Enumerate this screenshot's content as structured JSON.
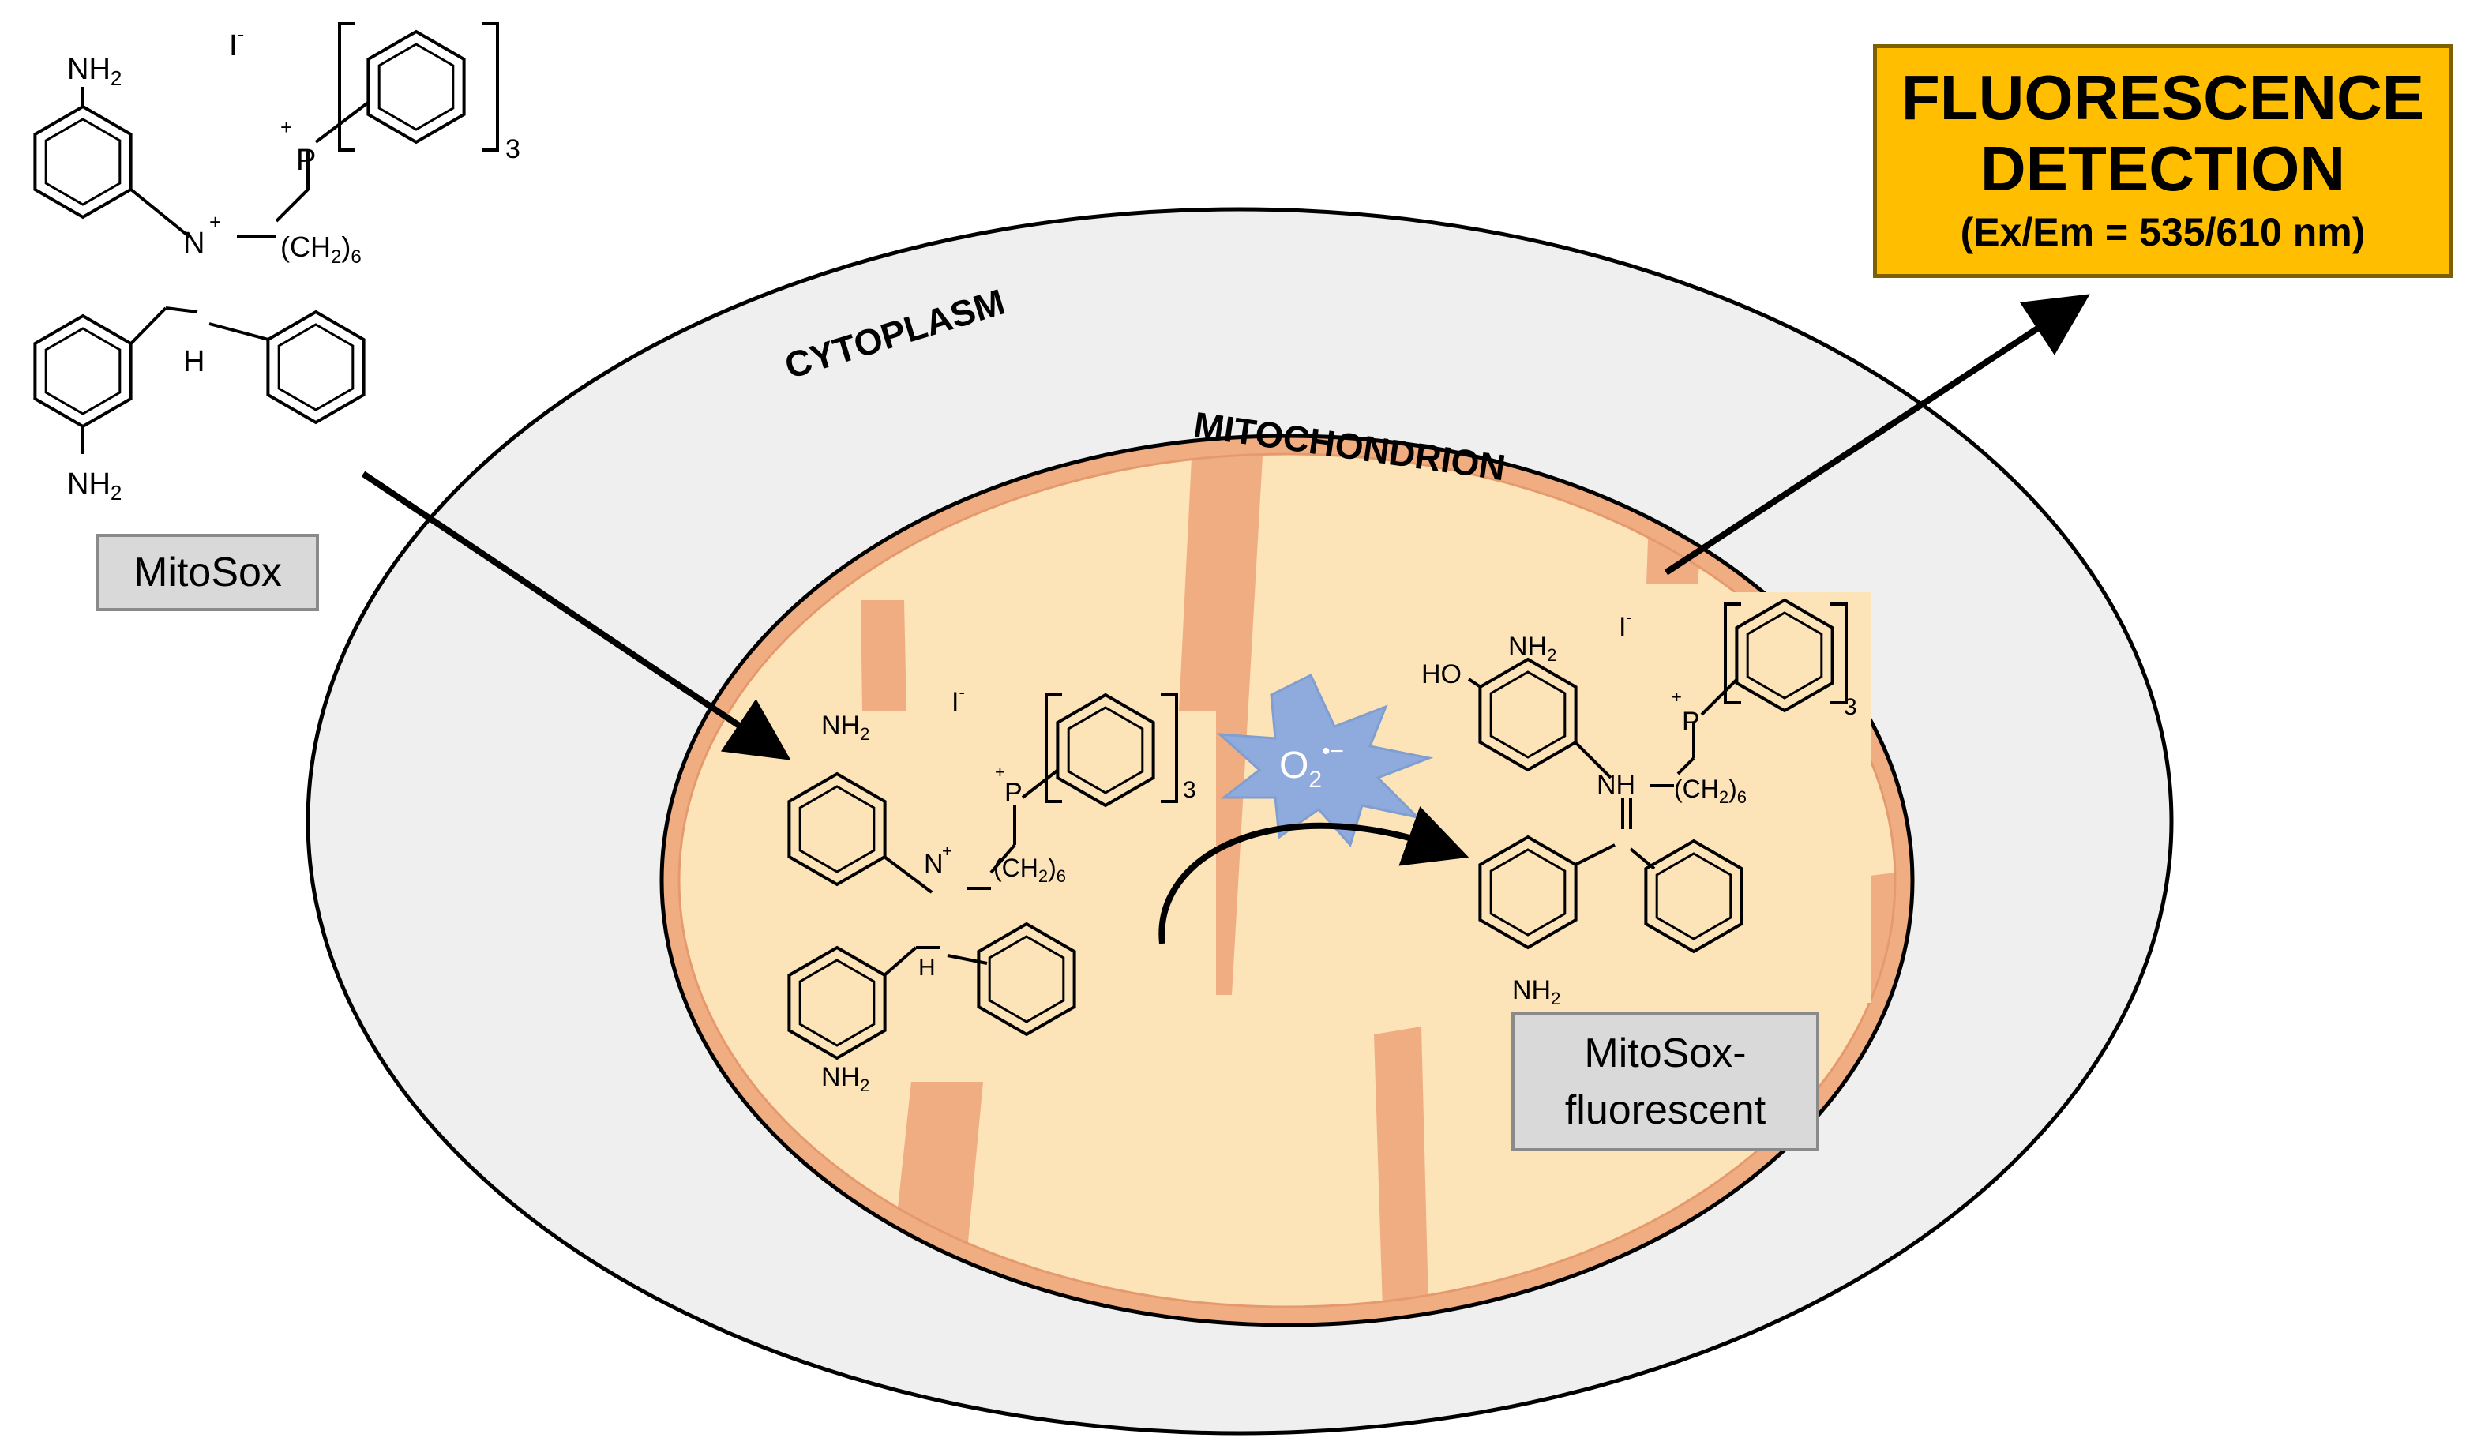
{
  "compartments": {
    "cytoplasm": "CYTOPLASM",
    "mitochondrion": "MITOCHONDRION"
  },
  "probe": {
    "label": "MitoSox",
    "counterion": "I",
    "counterion_charge": "-",
    "amine": "NH",
    "amine_sub": "2",
    "nitrogen": "N",
    "phosphorus": "P",
    "plus": "+",
    "linker_left": "(CH",
    "linker_sub": "2",
    "linker_right": ")",
    "linker_count": "6",
    "hydrogen": "H",
    "phenyl_count": "3"
  },
  "oxidant": {
    "symbol": "O",
    "subscript": "2",
    "superscript": "•−"
  },
  "product": {
    "label_line1": "MitoSox-",
    "label_line2": "fluorescent",
    "hydroxyl": "HO",
    "imine": "NH"
  },
  "detection": {
    "line1": "FLUORESCENCE",
    "line2": "DETECTION",
    "line3": "(Ex/Em = 535/610 nm)"
  },
  "colors": {
    "cytoplasm_fill": "#efefef",
    "outer_membrane": "#f0ad82",
    "matrix_fill": "#fde3b8",
    "superoxide_star": "#8faadc",
    "detection_box": "#ffbf00",
    "label_box": "#d9d9d9"
  }
}
